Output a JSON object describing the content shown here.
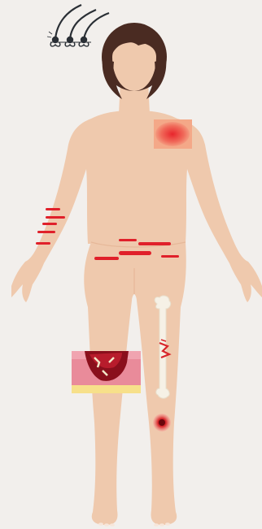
{
  "figure": {
    "subject": "human-body-front",
    "markers": [
      {
        "name": "hair-follicle-icon"
      },
      {
        "name": "shoulder-inflammation-patch"
      },
      {
        "name": "forearm-cut-marks"
      },
      {
        "name": "hip-line-cut-marks"
      },
      {
        "name": "femur-fracture"
      },
      {
        "name": "skin-wound-cross-section"
      },
      {
        "name": "shin-wound-spot"
      }
    ]
  },
  "colors": {
    "background": "#f2efec",
    "skin": "#efc9ad",
    "skin_shade": "#e6b899",
    "hair": "#4a2b22",
    "injury_red": "#e0202a",
    "patch_orange": "#f4a888",
    "bone": "#f6f1e6",
    "tissue_pink": "#e98b9a",
    "fat_yellow": "#f7e08a"
  }
}
